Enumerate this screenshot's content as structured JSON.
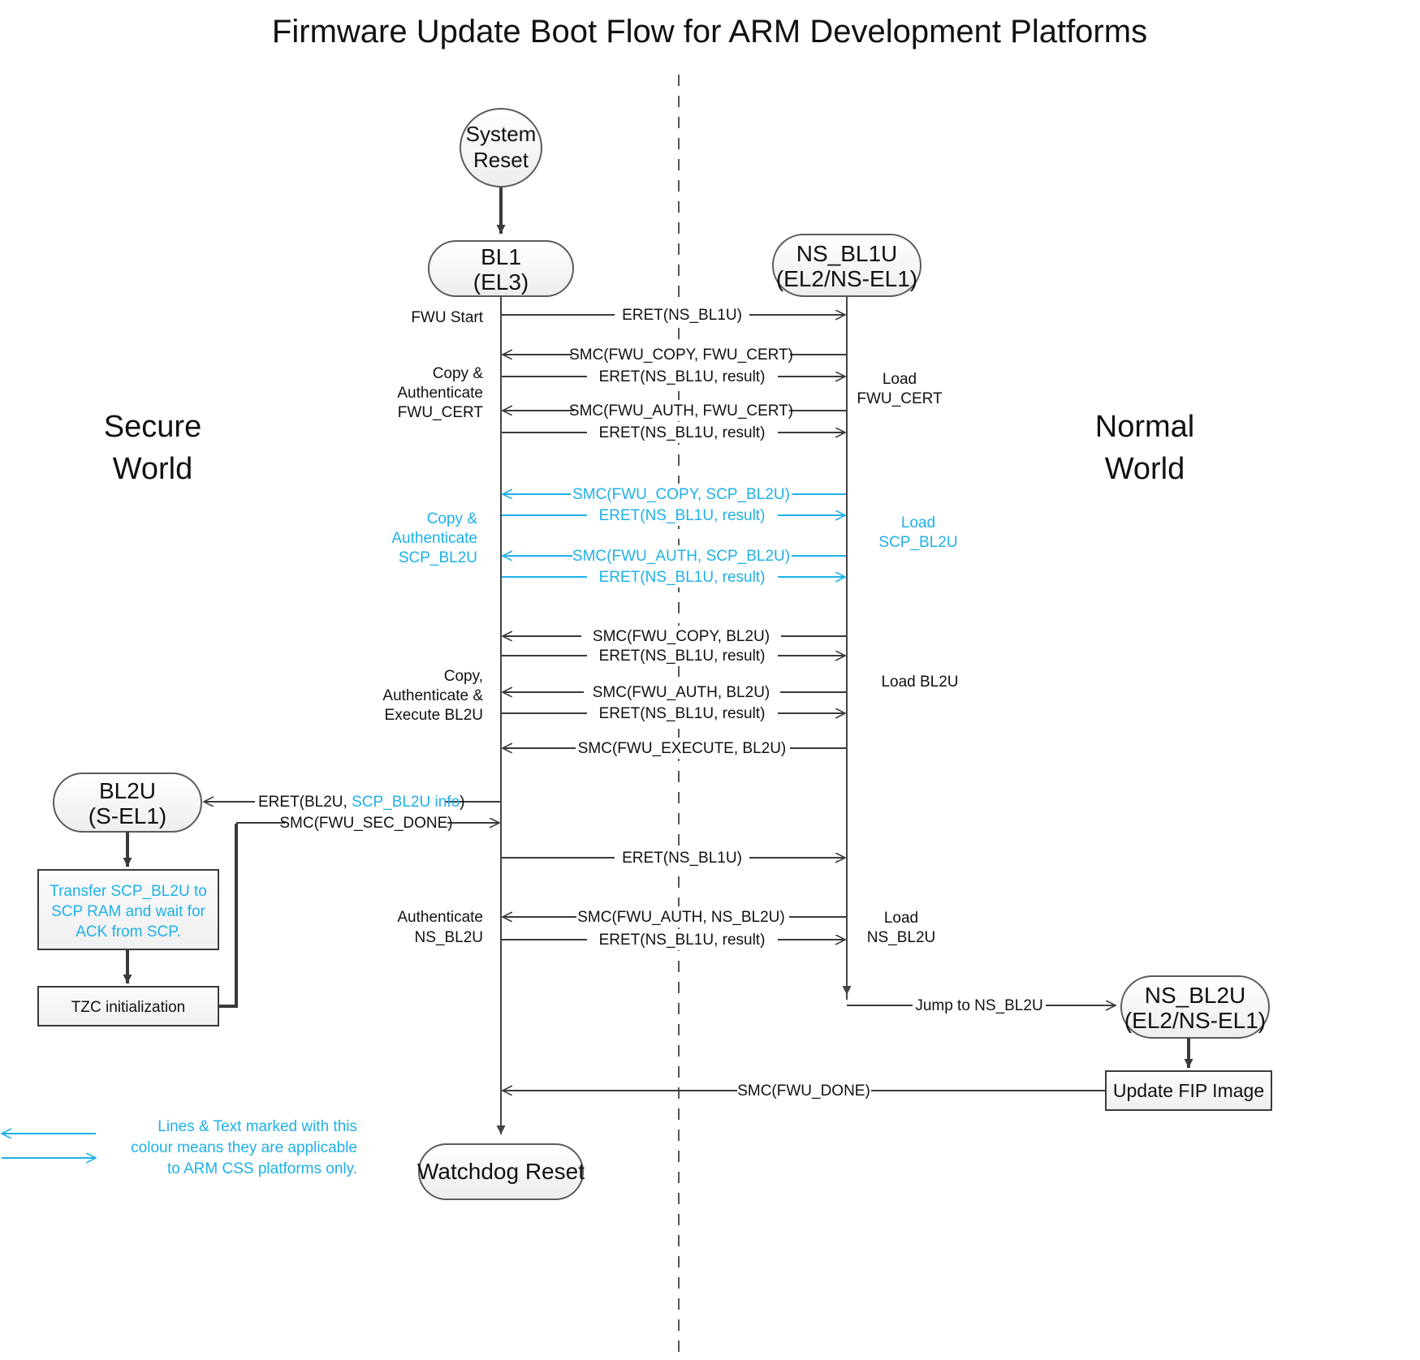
{
  "title": "Firmware Update Boot Flow for ARM Development Platforms",
  "colors": {
    "cyan": "#1FB0E8",
    "black": "#111111",
    "line": "#3a3a3a",
    "node_stroke": "#5b5b5b"
  },
  "worlds": {
    "secure_line1": "Secure",
    "secure_line2": "World",
    "normal_line1": "Normal",
    "normal_line2": "World"
  },
  "nodes": {
    "system_reset": {
      "line1": "System",
      "line2": "Reset"
    },
    "bl1": {
      "line1": "BL1",
      "line2": "(EL3)"
    },
    "ns_bl1u": {
      "line1": "NS_BL1U",
      "line2": "(EL2/NS-EL1)"
    },
    "bl2u": {
      "line1": "BL2U",
      "line2": "(S-EL1)"
    },
    "ns_bl2u": {
      "line1": "NS_BL2U",
      "line2": "(EL2/NS-EL1)"
    },
    "watchdog_reset": {
      "label": "Watchdog Reset"
    },
    "update_fip": {
      "label": "Update FIP Image"
    },
    "transfer_scp": {
      "line1": "Transfer SCP_BL2U to",
      "line2": "SCP RAM and wait for",
      "line3": "ACK from SCP."
    },
    "tzc_init": {
      "label": "TZC initialization"
    }
  },
  "left_annotations": [
    {
      "id": "fwu-start",
      "lines": [
        "FWU Start"
      ],
      "cyan": false
    },
    {
      "id": "copy-auth-fwu-cert",
      "lines": [
        "Copy &",
        "Authenticate",
        "FWU_CERT"
      ],
      "cyan": false
    },
    {
      "id": "copy-auth-scp-bl2u",
      "lines": [
        "Copy &",
        "Authenticate",
        "SCP_BL2U"
      ],
      "cyan": true
    },
    {
      "id": "copy-auth-exec-bl2u",
      "lines": [
        "Copy,",
        "Authenticate &",
        "Execute BL2U"
      ],
      "cyan": false
    },
    {
      "id": "authenticate-ns-bl2u",
      "lines": [
        "Authenticate",
        "NS_BL2U"
      ],
      "cyan": false
    }
  ],
  "right_annotations": [
    {
      "id": "load-fwu-cert",
      "lines": [
        "Load",
        "FWU_CERT"
      ],
      "cyan": false
    },
    {
      "id": "load-scp-bl2u",
      "lines": [
        "Load",
        "SCP_BL2U"
      ],
      "cyan": true
    },
    {
      "id": "load-bl2u",
      "lines": [
        "Load BL2U"
      ],
      "cyan": false
    },
    {
      "id": "load-ns-bl2u",
      "lines": [
        "Load",
        "NS_BL2U"
      ],
      "cyan": false
    }
  ],
  "messages": [
    {
      "id": "m1",
      "label": "ERET(NS_BL1U)",
      "dir": "right",
      "cyan": false
    },
    {
      "id": "m2",
      "label": "SMC(FWU_COPY, FWU_CERT)",
      "dir": "left",
      "cyan": false
    },
    {
      "id": "m3",
      "label": "ERET(NS_BL1U, result)",
      "dir": "right",
      "cyan": false
    },
    {
      "id": "m4",
      "label": "SMC(FWU_AUTH, FWU_CERT)",
      "dir": "left",
      "cyan": false
    },
    {
      "id": "m5",
      "label": "ERET(NS_BL1U, result)",
      "dir": "right",
      "cyan": false
    },
    {
      "id": "m6",
      "label": "SMC(FWU_COPY, SCP_BL2U)",
      "dir": "left",
      "cyan": true
    },
    {
      "id": "m7",
      "label": "ERET(NS_BL1U, result)",
      "dir": "right",
      "cyan": true
    },
    {
      "id": "m8",
      "label": "SMC(FWU_AUTH, SCP_BL2U)",
      "dir": "left",
      "cyan": true
    },
    {
      "id": "m9",
      "label": "ERET(NS_BL1U, result)",
      "dir": "right",
      "cyan": true
    },
    {
      "id": "m10",
      "label": "SMC(FWU_COPY, BL2U)",
      "dir": "left",
      "cyan": false
    },
    {
      "id": "m11",
      "label": "ERET(NS_BL1U, result)",
      "dir": "right",
      "cyan": false
    },
    {
      "id": "m12",
      "label": "SMC(FWU_AUTH, BL2U)",
      "dir": "left",
      "cyan": false
    },
    {
      "id": "m13",
      "label": "ERET(NS_BL1U, result)",
      "dir": "right",
      "cyan": false
    },
    {
      "id": "m14",
      "label": "SMC(FWU_EXECUTE, BL2U)",
      "dir": "left",
      "cyan": false
    },
    {
      "id": "m16",
      "label": "SMC(FWU_SEC_DONE)",
      "dir": "right",
      "cyan": false
    },
    {
      "id": "m17",
      "label": "ERET(NS_BL1U)",
      "dir": "right",
      "cyan": false
    },
    {
      "id": "m18",
      "label": "SMC(FWU_AUTH, NS_BL2U)",
      "dir": "left",
      "cyan": false
    },
    {
      "id": "m19",
      "label": "ERET(NS_BL1U, result)",
      "dir": "right",
      "cyan": false
    }
  ],
  "eret_bl2u": {
    "prefix": "ERET(BL2U, ",
    "cyan_part": "SCP_BL2U info",
    "suffix": ")"
  },
  "jump_label": "Jump to NS_BL2U",
  "fwu_done_label": "SMC(FWU_DONE)",
  "legend": {
    "line1": "Lines & Text marked with this",
    "line2": "colour means they are applicable",
    "line3": "to ARM CSS platforms only."
  }
}
